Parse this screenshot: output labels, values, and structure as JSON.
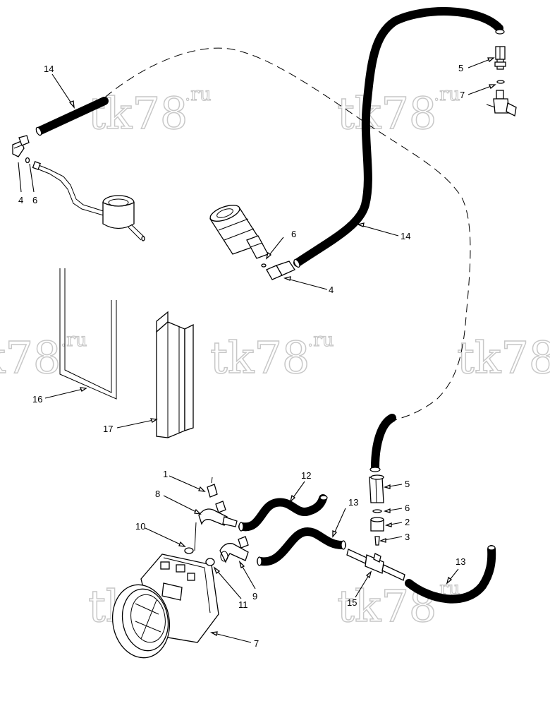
{
  "watermark": {
    "main": "tk78",
    "sup": ".ru"
  },
  "callouts": [
    {
      "id": "c14a",
      "label": "14"
    },
    {
      "id": "c4a",
      "label": "4"
    },
    {
      "id": "c6a",
      "label": "6"
    },
    {
      "id": "c5a",
      "label": "5"
    },
    {
      "id": "c7a",
      "label": "7"
    },
    {
      "id": "c6b",
      "label": "6"
    },
    {
      "id": "c14b",
      "label": "14"
    },
    {
      "id": "c4b",
      "label": "4"
    },
    {
      "id": "c16",
      "label": "16"
    },
    {
      "id": "c17",
      "label": "17"
    },
    {
      "id": "c1",
      "label": "1"
    },
    {
      "id": "c8",
      "label": "8"
    },
    {
      "id": "c12",
      "label": "12"
    },
    {
      "id": "c13a",
      "label": "13"
    },
    {
      "id": "c5b",
      "label": "5"
    },
    {
      "id": "c6c",
      "label": "6"
    },
    {
      "id": "c2",
      "label": "2"
    },
    {
      "id": "c3",
      "label": "3"
    },
    {
      "id": "c10",
      "label": "10"
    },
    {
      "id": "c9",
      "label": "9"
    },
    {
      "id": "c11",
      "label": "11"
    },
    {
      "id": "c15",
      "label": "15"
    },
    {
      "id": "c13b",
      "label": "13"
    },
    {
      "id": "c7b",
      "label": "7"
    }
  ]
}
